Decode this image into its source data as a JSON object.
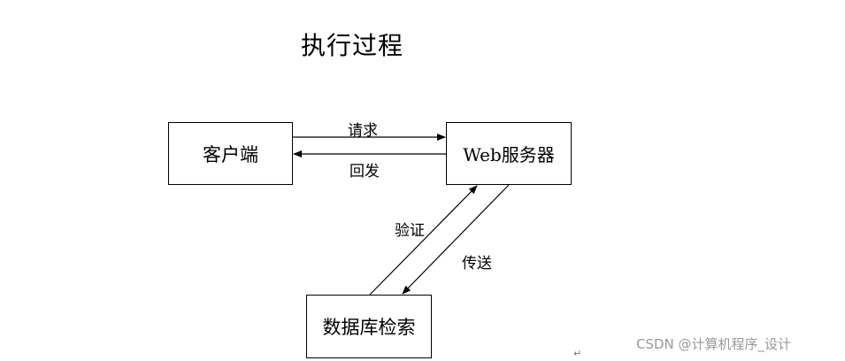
{
  "title": "执行过程",
  "nodes": {
    "client": "客户端",
    "server": "Web服务器",
    "database": "数据库检索"
  },
  "edges": {
    "request": "请求",
    "response": "回发",
    "verify": "验证",
    "transfer": "传送"
  },
  "watermark": "CSDN @计算机程序_设计",
  "para_mark": "↵"
}
